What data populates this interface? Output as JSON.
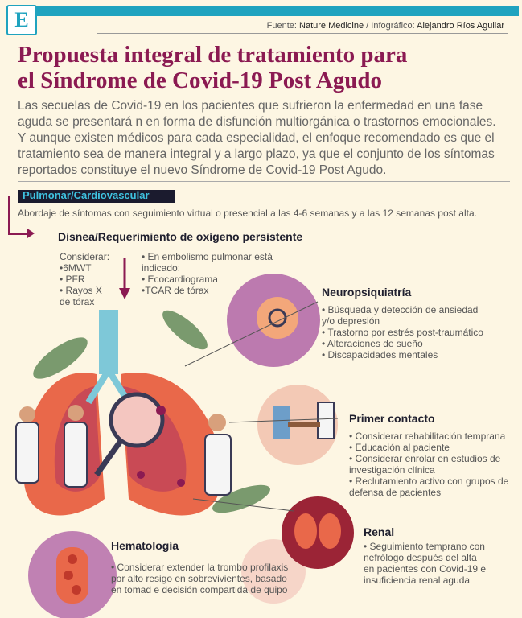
{
  "header": {
    "logo_letter": "E",
    "credit_source_label": "Fuente:",
    "credit_source": "Nature Medicine",
    "credit_sep": " / Infográfico: ",
    "credit_author": "Alejandro Ríos Aguilar"
  },
  "title_line1": "Propuesta integral de tratamiento para",
  "title_line2": "el Síndrome de Covid-19 Post Agudo",
  "intro": "Las secuelas de Covid-19 en los pacientes que sufrieron la enfermedad en una fase aguda se presentará n en forma de disfunción multiorgánica o trastornos emocionales. Y aunque existen médicos para cada especialidad, el enfoque recomendado es que el tratamiento sea de manera integral y a largo plazo, ya que el conjunto de los síntomas reportados constituye el nuevo Síndrome de Covid-19 Post Agudo.",
  "section": {
    "label": "Pulmonar/Cardiovascular",
    "description": "Abordaje de síntomas con seguimiento virtual o presencial a las 4-6 semanas y a las 12 semanas post alta."
  },
  "disnea": {
    "title": "Disnea/Requerimiento de oxígeno persistente",
    "left_intro": "Considerar:",
    "left_items": [
      "•6MWT",
      "• PFR",
      "• Rayos X",
      "de tórax"
    ],
    "right_lines": [
      "• En embolismo pulmonar está",
      "indicado:",
      "• Ecocardiograma",
      "•TCAR de tórax"
    ]
  },
  "neuro": {
    "title": "Neuropsiquiatría",
    "items": [
      "• Búsqueda y detección de ansiedad",
      "y/o depresión",
      "• Trastorno por estrés post-traumático",
      "• Alteraciones de sueño",
      "• Discapacidades mentales"
    ]
  },
  "primer": {
    "title": "Primer contacto",
    "items": [
      "• Considerar rehabilitación temprana",
      "• Educación al paciente",
      "• Considerar enrolar en estudios de",
      "investigación clínica",
      "• Reclutamiento activo con grupos de",
      "defensa de pacientes"
    ]
  },
  "renal": {
    "title": "Renal",
    "items": [
      "• Seguimiento temprano con",
      "nefrólogo después del alta",
      "en pacientes con Covid-19 e",
      "insuficiencia renal aguda"
    ]
  },
  "hemato": {
    "title": "Hematología",
    "items": [
      "• Considerar extender la trombo profilaxis",
      "por alto resigo en sobrevivientes, basado",
      "en tomad e decisión compartida de quipo"
    ]
  },
  "colors": {
    "accent": "#8b1a52",
    "teal": "#1fa3bf",
    "orange": "#f27a3d",
    "purple": "#9b4a9e",
    "red": "#c0392b",
    "background": "#fdf6e3"
  }
}
